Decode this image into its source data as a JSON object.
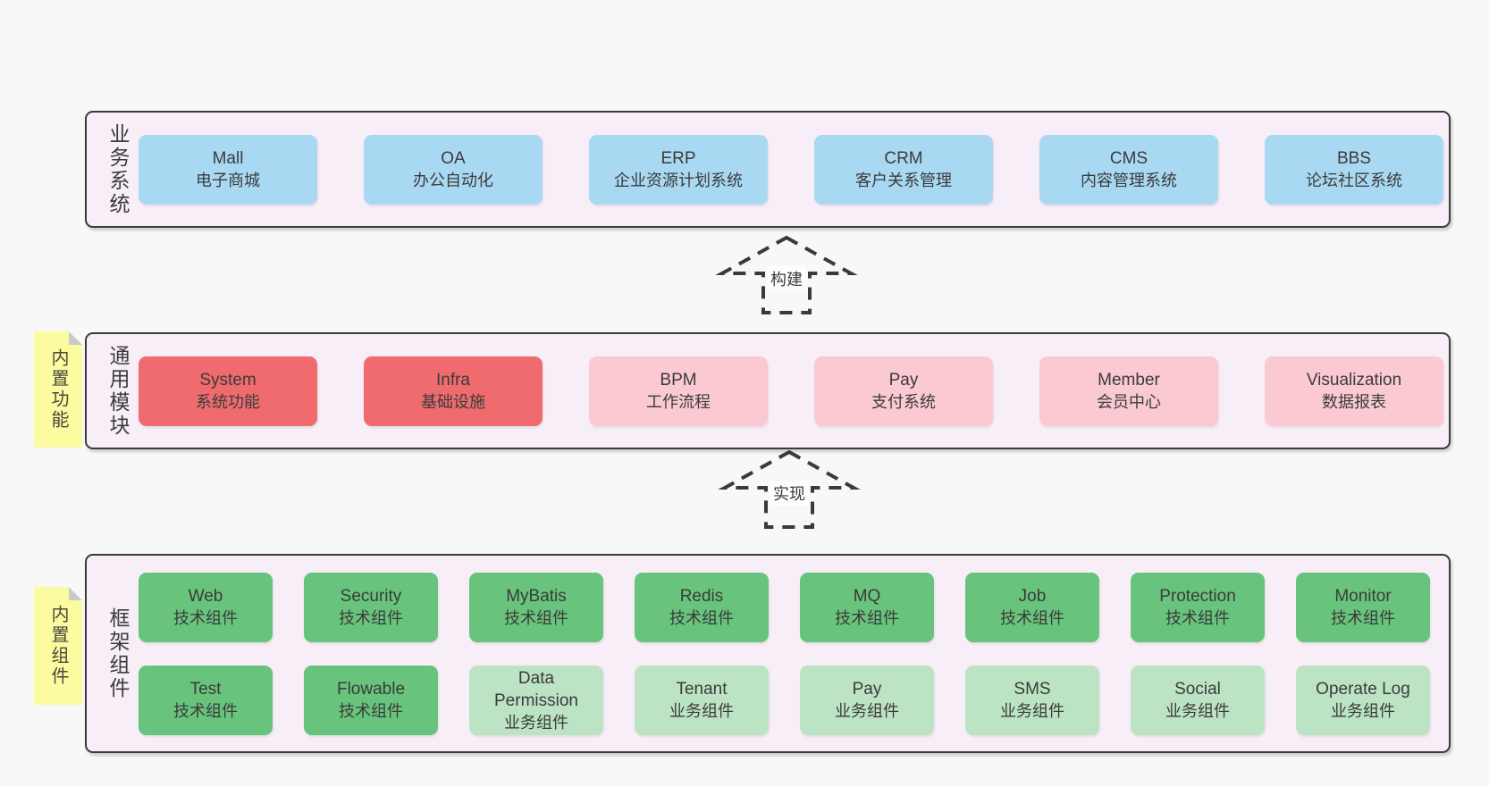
{
  "arrows": {
    "build_label": "构建",
    "implement_label": "实现"
  },
  "stickies": {
    "features": "内置功能",
    "components": "内置组件"
  },
  "colors": {
    "background": "#f8f8f8",
    "layer_fill": "#f8eef7",
    "layer_border": "#3a3a3a",
    "business_box": "#a9d8f2",
    "module_core_box": "#ef6b6e",
    "module_box": "#fbc9d2",
    "tech_component_box": "#68c47c",
    "biz_component_box": "#bce3c3",
    "sticky_note": "#fbfba0"
  },
  "layers": {
    "business": {
      "label": "业务系统",
      "boxes": [
        {
          "title": "Mall",
          "subtitle": "电子商城",
          "color": "blue"
        },
        {
          "title": "OA",
          "subtitle": "办公自动化",
          "color": "blue"
        },
        {
          "title": "ERP",
          "subtitle": "企业资源计划系统",
          "color": "blue"
        },
        {
          "title": "CRM",
          "subtitle": "客户关系管理",
          "color": "blue"
        },
        {
          "title": "CMS",
          "subtitle": "内容管理系统",
          "color": "blue"
        },
        {
          "title": "BBS",
          "subtitle": "论坛社区系统",
          "color": "blue"
        }
      ]
    },
    "modules": {
      "label": "通用模块",
      "boxes": [
        {
          "title": "System",
          "subtitle": "系统功能",
          "color": "red"
        },
        {
          "title": "Infra",
          "subtitle": "基础设施",
          "color": "red"
        },
        {
          "title": "BPM",
          "subtitle": "工作流程",
          "color": "pink"
        },
        {
          "title": "Pay",
          "subtitle": "支付系统",
          "color": "pink"
        },
        {
          "title": "Member",
          "subtitle": "会员中心",
          "color": "pink"
        },
        {
          "title": "Visualization",
          "subtitle": "数据报表",
          "color": "pink"
        }
      ]
    },
    "framework": {
      "label": "框架组件",
      "row1": [
        {
          "title": "Web",
          "subtitle": "技术组件",
          "color": "green"
        },
        {
          "title": "Security",
          "subtitle": "技术组件",
          "color": "green"
        },
        {
          "title": "MyBatis",
          "subtitle": "技术组件",
          "color": "green"
        },
        {
          "title": "Redis",
          "subtitle": "技术组件",
          "color": "green"
        },
        {
          "title": "MQ",
          "subtitle": "技术组件",
          "color": "green"
        },
        {
          "title": "Job",
          "subtitle": "技术组件",
          "color": "green"
        },
        {
          "title": "Protection",
          "subtitle": "技术组件",
          "color": "green"
        },
        {
          "title": "Monitor",
          "subtitle": "技术组件",
          "color": "green"
        }
      ],
      "row2": [
        {
          "title": "Test",
          "subtitle": "技术组件",
          "color": "green"
        },
        {
          "title": "Flowable",
          "subtitle": "技术组件",
          "color": "green"
        },
        {
          "title": "Data Permission",
          "subtitle": "业务组件",
          "color": "lightgreen"
        },
        {
          "title": "Tenant",
          "subtitle": "业务组件",
          "color": "lightgreen"
        },
        {
          "title": "Pay",
          "subtitle": "业务组件",
          "color": "lightgreen"
        },
        {
          "title": "SMS",
          "subtitle": "业务组件",
          "color": "lightgreen"
        },
        {
          "title": "Social",
          "subtitle": "业务组件",
          "color": "lightgreen"
        },
        {
          "title": "Operate Log",
          "subtitle": "业务组件",
          "color": "lightgreen"
        }
      ]
    }
  }
}
